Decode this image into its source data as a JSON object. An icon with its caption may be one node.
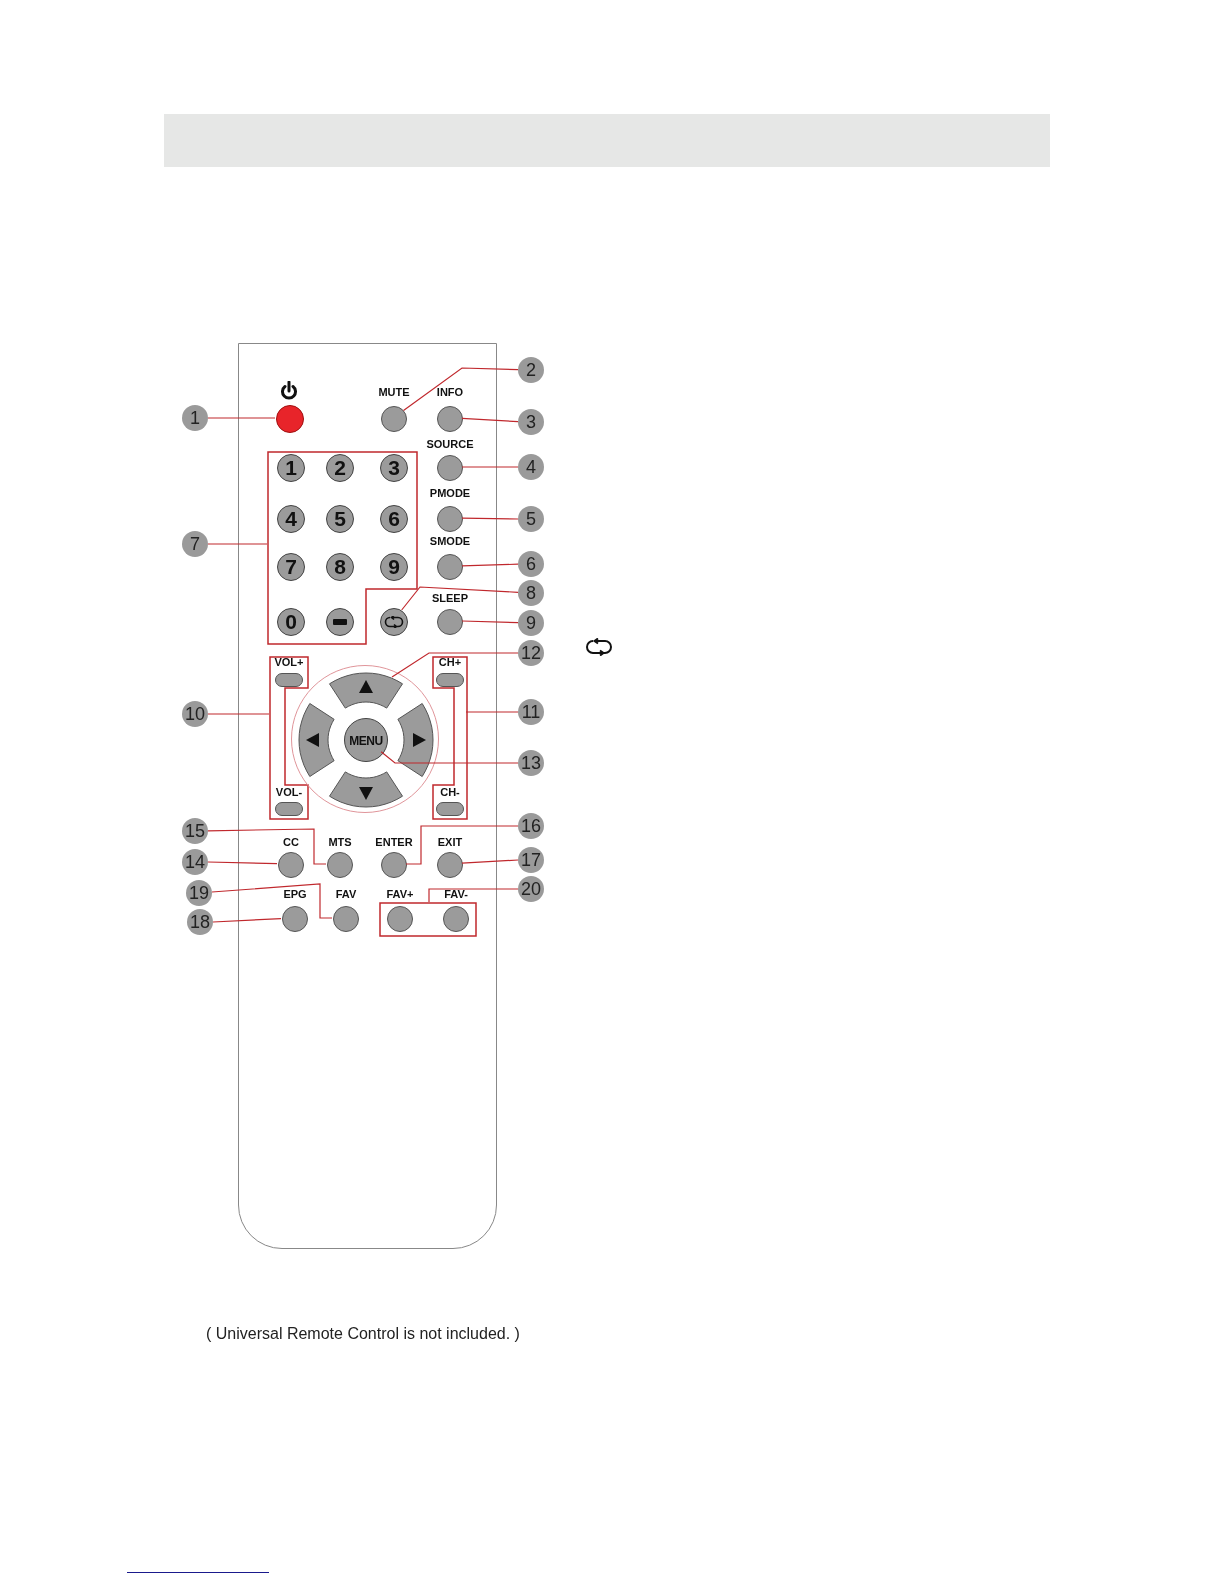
{
  "diagram": {
    "caption": "( Universal Remote Control is not included. )",
    "nodes": [
      {
        "text": [],
        "shape": "box"
      },
      {
        "text": [
          "1"
        ]
      },
      {
        "text": [],
        "shape": "circle",
        "in": 0
      },
      {
        "text": [
          "2"
        ]
      },
      {
        "text": [
          "MUTE"
        ],
        "in": 0
      },
      {
        "text": [
          "3"
        ]
      },
      {
        "text": [
          "INFO"
        ],
        "in": 0
      },
      {
        "text": [
          "4"
        ]
      },
      {
        "text": [
          "SOURCE"
        ],
        "in": 0
      },
      {
        "text": [
          "5"
        ]
      },
      {
        "text": [
          "PMODE"
        ],
        "in": 0
      },
      {
        "text": [
          "6"
        ]
      },
      {
        "text": [
          "SMODE"
        ],
        "in": 0
      },
      {
        "text": [
          "7"
        ]
      },
      {
        "text": [],
        "shape": "box",
        "in": 0
      },
      {
        "text": [
          "1"
        ],
        "in": 14
      },
      {
        "text": [
          "2"
        ],
        "in": 14
      },
      {
        "text": [
          "3"
        ],
        "in": 14
      },
      {
        "text": [
          "4"
        ],
        "in": 14
      },
      {
        "text": [
          "5"
        ],
        "in": 14
      },
      {
        "text": [
          "6"
        ],
        "in": 14
      },
      {
        "text": [
          "7"
        ],
        "in": 14
      },
      {
        "text": [
          "8"
        ],
        "in": 14
      },
      {
        "text": [
          "9"
        ],
        "in": 14
      },
      {
        "text": [
          "0"
        ],
        "in": 14
      },
      {
        "text": [],
        "shape": "circle",
        "in": 14
      },
      {
        "text": [
          "8"
        ]
      },
      {
        "text": [],
        "shape": "circle",
        "in": 0
      },
      {
        "text": [
          "9"
        ]
      },
      {
        "text": [
          "SLEEP"
        ],
        "in": 0
      },
      {
        "text": [
          "10"
        ]
      },
      {
        "text": [],
        "shape": "box",
        "in": 0
      },
      {
        "text": [
          "VOL+"
        ],
        "in": 31
      },
      {
        "text": [
          "VOL-"
        ],
        "in": 31
      },
      {
        "text": [
          "11"
        ]
      },
      {
        "text": [],
        "shape": "box",
        "in": 0
      },
      {
        "text": [
          "CH+"
        ],
        "in": 35
      },
      {
        "text": [
          "CH-"
        ],
        "in": 35
      },
      {
        "text": [
          "12"
        ]
      },
      {
        "text": [],
        "shape": "circle",
        "in": 0
      },
      {
        "text": [],
        "shape": "arc",
        "in": 39
      },
      {
        "text": [],
        "shape": "arc",
        "in": 39
      },
      {
        "text": [
          "MENU"
        ],
        "in": 39
      },
      {
        "text": [],
        "shape": "arc",
        "in": 39
      },
      {
        "text": [],
        "shape": "arc",
        "in": 39
      },
      {
        "text": [
          "13"
        ]
      },
      {
        "text": [
          "15"
        ]
      },
      {
        "text": [
          "14"
        ]
      },
      {
        "text": [
          "CC"
        ],
        "in": 0
      },
      {
        "text": [
          "MTS"
        ],
        "in": 0
      },
      {
        "text": [
          "ENTER"
        ],
        "in": 0
      },
      {
        "text": [
          "EXIT"
        ],
        "in": 0
      },
      {
        "text": [
          "16"
        ]
      },
      {
        "text": [
          "17"
        ]
      },
      {
        "text": [
          "19"
        ]
      },
      {
        "text": [
          "18"
        ]
      },
      {
        "text": [
          "EPG"
        ],
        "in": 0
      },
      {
        "text": [
          "FAV"
        ],
        "in": 0
      },
      {
        "text": [],
        "shape": "box",
        "in": 0
      },
      {
        "text": [
          "FAV+"
        ],
        "in": 58
      },
      {
        "text": [
          "FAV-"
        ],
        "in": 58
      },
      {
        "text": [
          "20"
        ]
      }
    ],
    "edges": [
      {
        "from": 1,
        "to": 2,
        "arrow": "none"
      },
      {
        "from": 3,
        "to": 4,
        "arrow": "none"
      },
      {
        "from": 5,
        "to": 6,
        "arrow": "none"
      },
      {
        "from": 7,
        "to": 8,
        "arrow": "none"
      },
      {
        "from": 9,
        "to": 10,
        "arrow": "none"
      },
      {
        "from": 11,
        "to": 12,
        "arrow": "none"
      },
      {
        "from": 13,
        "to": 14,
        "arrow": "none"
      },
      {
        "from": 26,
        "to": 27,
        "arrow": "none"
      },
      {
        "from": 28,
        "to": 29,
        "arrow": "none"
      },
      {
        "from": 30,
        "to": 31,
        "arrow": "none"
      },
      {
        "from": 34,
        "to": 35,
        "arrow": "none"
      },
      {
        "from": 38,
        "to": 40,
        "arrow": "none"
      },
      {
        "from": 45,
        "to": 42,
        "arrow": "none"
      },
      {
        "from": 46,
        "to": 49,
        "arrow": "none"
      },
      {
        "from": 47,
        "to": 48,
        "arrow": "none"
      },
      {
        "from": 52,
        "to": 50,
        "arrow": "none"
      },
      {
        "from": 53,
        "to": 51,
        "arrow": "none"
      },
      {
        "from": 54,
        "to": 57,
        "arrow": "none"
      },
      {
        "from": 55,
        "to": 56,
        "arrow": "none"
      },
      {
        "from": 61,
        "to": 58,
        "arrow": "none"
      }
    ]
  }
}
